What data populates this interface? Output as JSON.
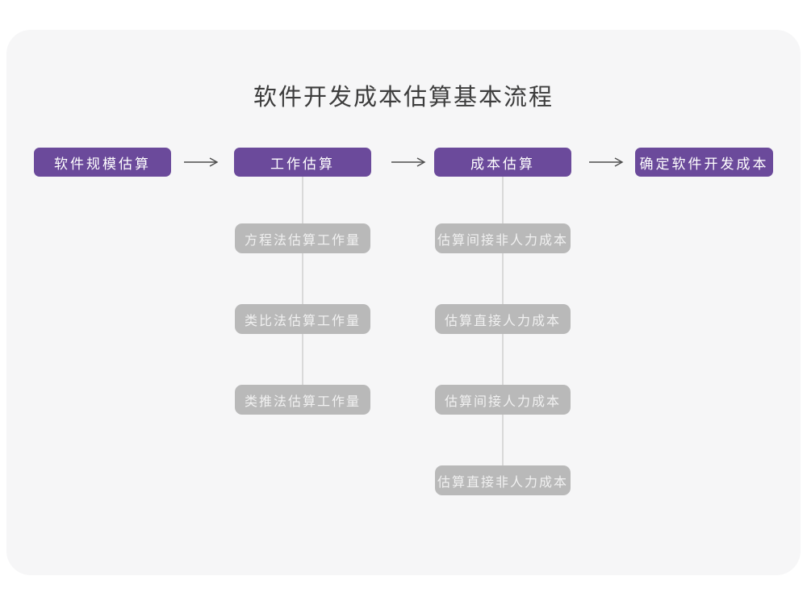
{
  "diagram": {
    "title": "软件开发成本估算基本流程",
    "stages": [
      {
        "label": "软件规模估算",
        "children": []
      },
      {
        "label": "工作估算",
        "children": [
          "方程法估算工作量",
          "类比法估算工作量",
          "类推法估算工作量"
        ]
      },
      {
        "label": "成本估算",
        "children": [
          "估算间接非人力成本",
          "估算直接人力成本",
          "估算间接人力成本",
          "估算直接非人力成本"
        ]
      },
      {
        "label": "确定软件开发成本",
        "children": []
      }
    ],
    "colors": {
      "stage_bg": "#6b4a9b",
      "stage_text": "#ffffff",
      "sub_bg": "#b9b9b9",
      "sub_text": "#f1f1f1",
      "card_bg": "#f6f6f7",
      "connector_line": "#d9d9d9",
      "arrow": "#4d4d4d",
      "title_text": "#3d3d3d"
    }
  }
}
